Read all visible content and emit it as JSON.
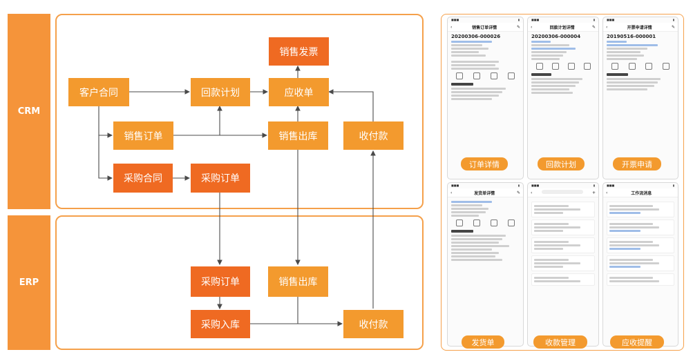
{
  "sections": {
    "crm": "CRM",
    "erp": "ERP"
  },
  "nodes": {
    "customer_contract": "客户合同",
    "collection_plan": "回款计划",
    "receivable": "应收单",
    "sales_invoice": "销售发票",
    "sales_order": "销售订单",
    "sales_outbound_crm": "销售出库",
    "payment_crm": "收付款",
    "purchase_contract": "采购合同",
    "purchase_order_crm": "采购订单",
    "purchase_order_erp": "采购订单",
    "sales_outbound_erp": "销售出库",
    "purchase_inbound": "采购入库",
    "payment_erp": "收付款"
  },
  "phones": [
    {
      "title": "销售订单详情",
      "number": "20200306-000026",
      "label": "订单详情"
    },
    {
      "title": "回款计划详情",
      "number": "20200306-000004",
      "label": "回款计划"
    },
    {
      "title": "开票申请详情",
      "number": "20190516-000001",
      "label": "开票申请"
    },
    {
      "title": "发货单详情",
      "number": "",
      "label": "发货单"
    },
    {
      "title": "",
      "number": "",
      "label": "收款管理"
    },
    {
      "title": "工作流消息",
      "number": "",
      "label": "应收提醒"
    }
  ],
  "colors": {
    "light_node": "#f39a2e",
    "dark_node": "#ef6a22",
    "sidebar": "#f5943a",
    "border": "#f5a04a"
  }
}
